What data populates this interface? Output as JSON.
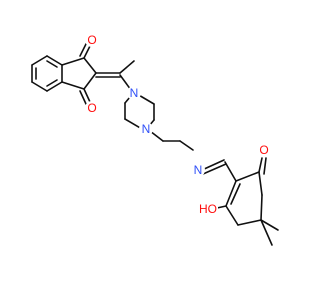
{
  "colors": {
    "background": "#ffffff",
    "bond": "#111111",
    "oxygen": "#ff0d0d",
    "nitrogen": "#3050f8"
  },
  "atom_labels": [
    {
      "id": "o1",
      "text": "O",
      "element": "oxygen"
    },
    {
      "id": "o2",
      "text": "O",
      "element": "oxygen"
    },
    {
      "id": "n1",
      "text": "N",
      "element": "nitrogen"
    },
    {
      "id": "n2",
      "text": "N",
      "element": "nitrogen"
    },
    {
      "id": "n3",
      "text": "N",
      "element": "nitrogen"
    },
    {
      "id": "o3",
      "text": "O",
      "element": "oxygen"
    },
    {
      "id": "o4",
      "text": "HO",
      "element": "oxygen"
    }
  ]
}
